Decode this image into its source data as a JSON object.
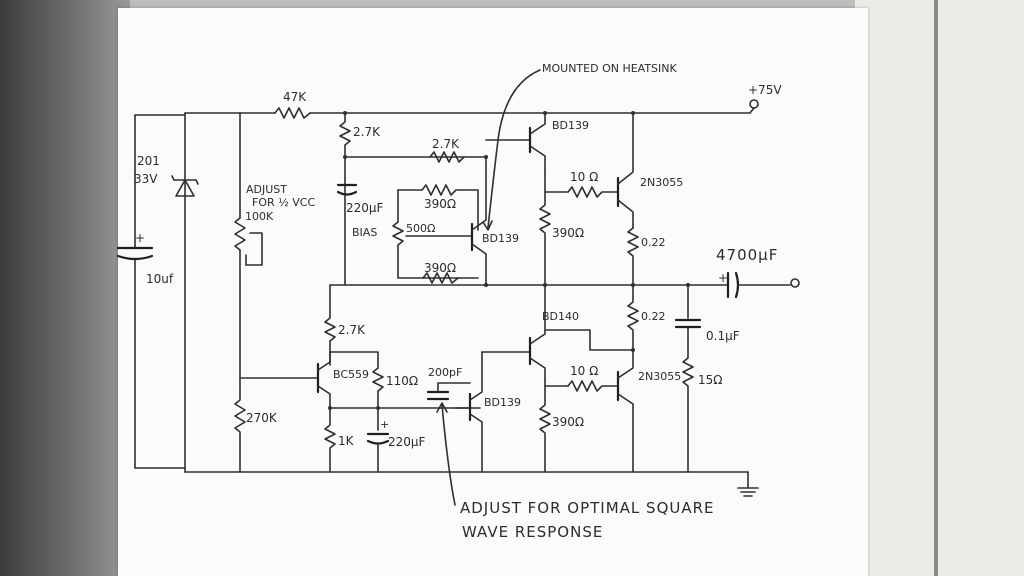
{
  "labels": {
    "r47k": "47K",
    "supply": "+75V",
    "mounted": "MOUNTED ON HEATSINK",
    "r27k_top": "2.7K",
    "r27k_mid": "2.7K",
    "bd139_top": "BD139",
    "r10_top": "10 Ω",
    "q_2n3055_top": "2N3055",
    "zener_val1": "201",
    "zener_val2": "33V",
    "adjust1": "ADJUST",
    "adjust2": "FOR ½ VCC",
    "pot100k": "100K",
    "cap220_top": "220μF",
    "r390_top": "390Ω",
    "bias": "BIAS",
    "pot500": "500Ω",
    "bd139_mid": "BD139",
    "r390_mid": "390Ω",
    "r390_e": "390Ω",
    "r022_top": "0.22",
    "cap4700": "4700μF",
    "cap10": "10uf",
    "bd140": "BD140",
    "r022_bot": "0.22",
    "cap01": "0.1μF",
    "r27k_low": "2.7K",
    "bc559": "BC559",
    "r110": "110Ω",
    "cap200p": "200pF",
    "r10_bot": "10 Ω",
    "q_2n3055_bot": "2N3055",
    "r15": "15Ω",
    "r270k": "270K",
    "r1k": "1K",
    "bd139_low": "BD139",
    "r390_bot": "390Ω",
    "cap220_bot": "220μF",
    "note1": "ADJUST FOR OPTIMAL SQUARE",
    "note2": "WAVE RESPONSE"
  }
}
